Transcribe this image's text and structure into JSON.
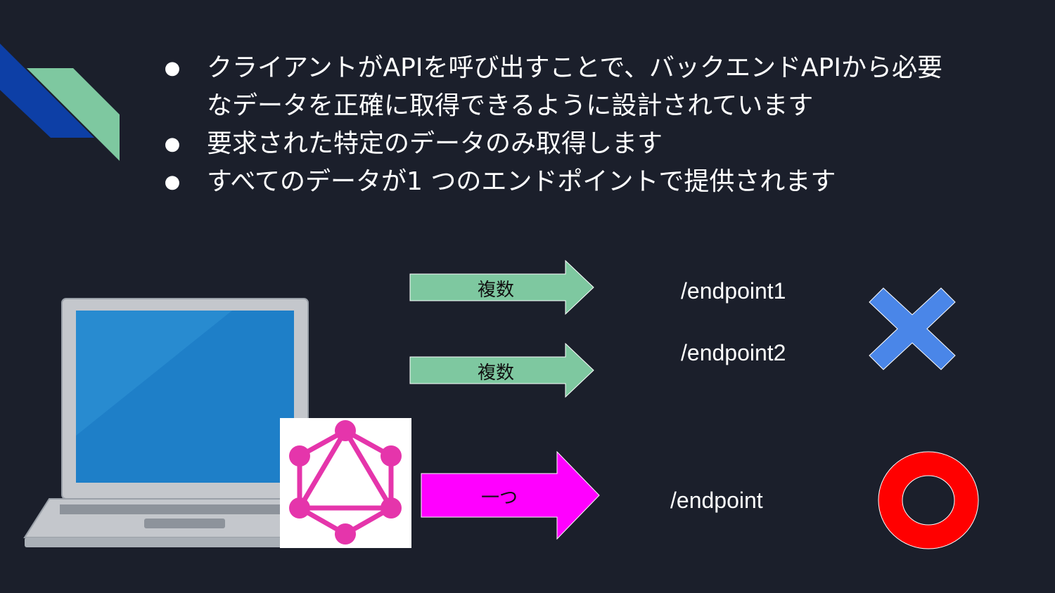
{
  "bullets": [
    "クライアントがAPIを呼び出すことで、バックエンドAPIから必要なデータを正確に取得できるように設計されています",
    "要求された特定のデータのみ取得します",
    "すべてのデータが1 つのエンドポイントで提供されます"
  ],
  "bullet_glyph": "●",
  "arrows": [
    {
      "label": "複数",
      "color": "#7ec8a0"
    },
    {
      "label": "複数",
      "color": "#7ec8a0"
    },
    {
      "label": "一つ",
      "color": "#ff00ff"
    }
  ],
  "endpoints": [
    "/endpoint1",
    "/endpoint2",
    "/endpoint"
  ],
  "colors": {
    "background": "#1b1f2b",
    "deco_blue": "#0d3fa6",
    "deco_green": "#7ec8a0",
    "cross": "#4a86e8",
    "circle": "#ff0000",
    "graphql_pink": "#e535ab",
    "laptop_screen": "#1e7fc8",
    "laptop_body": "#c4c7cc"
  },
  "icons": {
    "laptop": "laptop-icon",
    "logo": "graphql-logo-icon",
    "cross": "cross-mark-icon",
    "circle": "circle-mark-icon"
  }
}
